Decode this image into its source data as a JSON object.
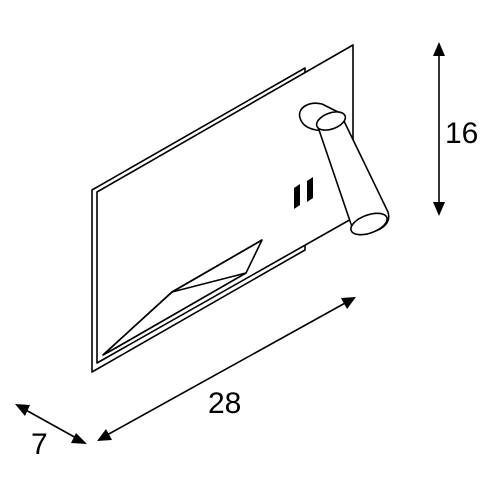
{
  "dimensions": {
    "height_label": "16",
    "width_label": "28",
    "depth_label": "7"
  },
  "colors": {
    "line": "#000000",
    "fill": "#ffffff"
  }
}
